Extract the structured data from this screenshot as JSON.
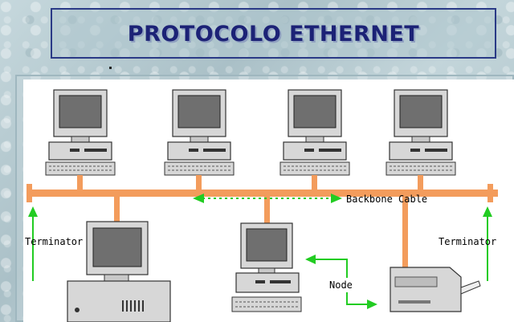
{
  "title": "PROTOCOLO ETHERNET",
  "diagram": {
    "backbone_label": "Backbone Cable",
    "terminator_left": "Terminator",
    "terminator_right": "Terminator",
    "node_label": "Node"
  },
  "colors": {
    "title_text": "#1c2276",
    "title_border": "#2a3a86",
    "cable": "#f39c5c",
    "arrow": "#22cc22",
    "screen": "#6f6f6f",
    "computer_body": "#d7d7d7"
  }
}
